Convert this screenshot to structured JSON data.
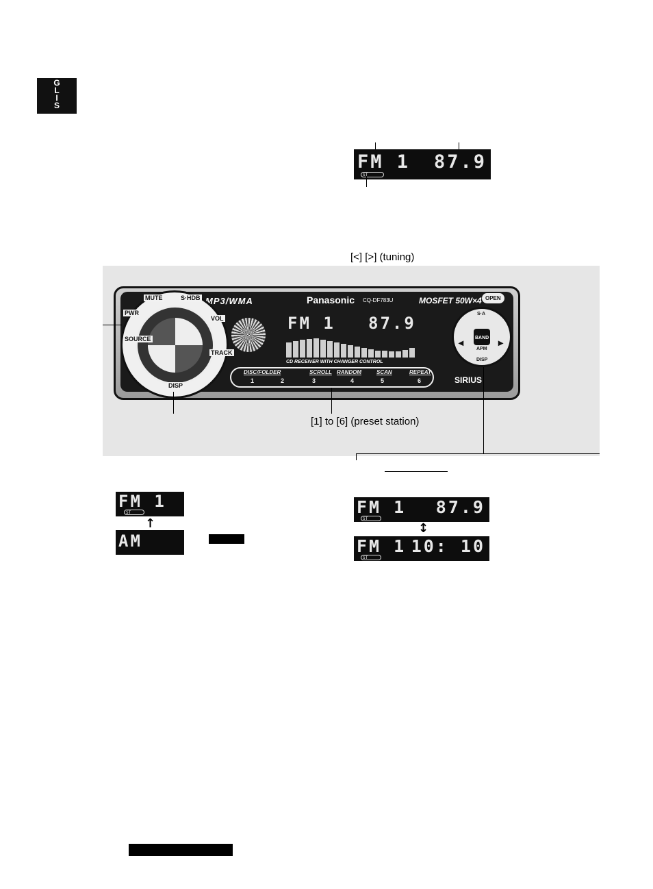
{
  "side_tab": {
    "letters": [
      "G",
      "L",
      "I",
      "S"
    ]
  },
  "top_display": {
    "band": "FM 1",
    "frequency": "87.9",
    "stereo": "ST"
  },
  "receiver": {
    "brand": "Panasonic",
    "model": "CQ-DF783U",
    "format_logo": "MP3/WMA",
    "power_logo": "MOSFET 50W×4",
    "open_button": "OPEN",
    "display_band": "FM 1",
    "display_frequency": "87.9",
    "caption": "CD RECEIVER WITH CHANGER CONTROL",
    "knob_labels": [
      "PWR",
      "MUTE",
      "S·HDB",
      "VOL",
      "SOURCE",
      "TRACK",
      "DISP"
    ],
    "preset_labels": [
      "DISC/FOLDER",
      "SCROLL",
      "RANDOM",
      "SCAN",
      "REPEAT"
    ],
    "preset_numbers": [
      "1",
      "2",
      "3",
      "4",
      "5",
      "6"
    ],
    "control_labels": [
      "S·A",
      "BAND",
      "APM",
      "DISP"
    ],
    "sirius": "SIRIUS"
  },
  "callouts": {
    "tuning": "[<] [>] (tuning)",
    "preset": "[1] to [6] (preset station)"
  },
  "band_sequence": [
    {
      "band": "FM 1",
      "stereo": "ST"
    },
    {
      "band": "AM"
    }
  ],
  "display_toggle": [
    {
      "band": "FM 1",
      "value": "87.9",
      "stereo": "ST"
    },
    {
      "band": "FM 1",
      "value": "10: 10",
      "stereo": "ST"
    }
  ],
  "icons": {
    "up_arrow": "↑",
    "updown_arrow": "↕"
  }
}
